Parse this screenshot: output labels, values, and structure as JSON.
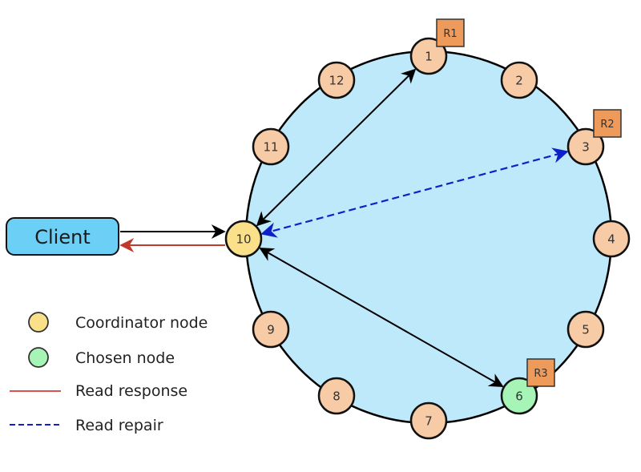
{
  "diagram": {
    "colors": {
      "ring_fill": "#bde9fb",
      "node_fill": "#f8cba7",
      "coordinator_fill": "#fbe08a",
      "chosen_fill": "#a6f5b6",
      "replica_tag_fill": "#ee9a5a",
      "client_fill": "#6ccff6",
      "request_arrow": "#000000",
      "response_arrow": "#c0392b",
      "repair_arrow": "#1020c8"
    },
    "client": {
      "label": "Client"
    },
    "nodes": [
      {
        "id": "1",
        "label": "1",
        "role": "replica"
      },
      {
        "id": "2",
        "label": "2",
        "role": "normal"
      },
      {
        "id": "3",
        "label": "3",
        "role": "replica"
      },
      {
        "id": "4",
        "label": "4",
        "role": "normal"
      },
      {
        "id": "5",
        "label": "5",
        "role": "normal"
      },
      {
        "id": "6",
        "label": "6",
        "role": "chosen"
      },
      {
        "id": "7",
        "label": "7",
        "role": "normal"
      },
      {
        "id": "8",
        "label": "8",
        "role": "normal"
      },
      {
        "id": "9",
        "label": "9",
        "role": "normal"
      },
      {
        "id": "10",
        "label": "10",
        "role": "coordinator"
      },
      {
        "id": "11",
        "label": "11",
        "role": "normal"
      },
      {
        "id": "12",
        "label": "12",
        "role": "normal"
      }
    ],
    "replica_tags": [
      {
        "label": "R1",
        "node": "1"
      },
      {
        "label": "R2",
        "node": "3"
      },
      {
        "label": "R3",
        "node": "6"
      }
    ],
    "edges": [
      {
        "from": "client",
        "to": "10",
        "type": "request"
      },
      {
        "from": "10",
        "to": "client",
        "type": "response"
      },
      {
        "from": "10",
        "to": "1",
        "type": "bidirectional"
      },
      {
        "from": "10",
        "to": "3",
        "type": "repair"
      },
      {
        "from": "10",
        "to": "6",
        "type": "bidirectional"
      }
    ],
    "legend": [
      {
        "label": "Coordinator node",
        "kind": "circle",
        "color_key": "coordinator_fill"
      },
      {
        "label": "Chosen node",
        "kind": "circle",
        "color_key": "chosen_fill"
      },
      {
        "label": "Read response",
        "kind": "line",
        "color_key": "response_arrow"
      },
      {
        "label": "Read repair",
        "kind": "dashed",
        "color_key": "repair_arrow"
      }
    ]
  }
}
